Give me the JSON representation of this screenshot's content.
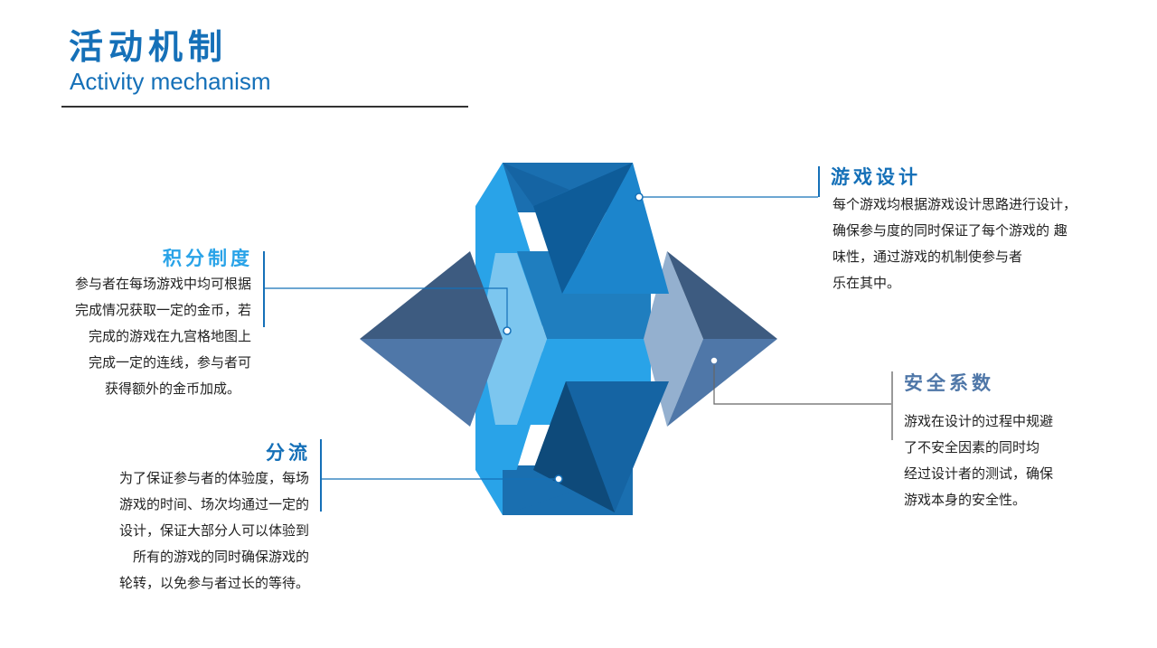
{
  "header": {
    "title_cn": "活动机制",
    "title_en": "Activity mechanism"
  },
  "colors": {
    "accent": "#1570b8",
    "sky": "#29a3e8",
    "light_sky": "#7cc6ef",
    "navy": "#0e4a7a",
    "slate": "#3d5b80",
    "steel": "#4f77a8",
    "pale": "#94b0cf"
  },
  "sections": {
    "game_design": {
      "heading": "游戏设计",
      "lines": [
        "每个游戏均根据游戏设计思路进行设计，",
        "确保参与度的同时保证了每个游戏的  趣",
        "味性，通过游戏的机制使参与者",
        "乐在其中。"
      ]
    },
    "points_system": {
      "heading": "积分制度",
      "lines": [
        "参与者在每场游戏中均可根据",
        "完成情况获取一定的金币，若",
        "完成的游戏在九宫格地图上",
        "完成一定的连线，参与者可",
        "获得额外的金币加成。"
      ]
    },
    "safety_factor": {
      "heading": "安全系数",
      "lines": [
        "游戏在设计的过程中规避",
        "了不安全因素的同时均",
        "经过设计者的测试，确保",
        "游戏本身的安全性。"
      ]
    },
    "diversion": {
      "heading": "分流",
      "lines": [
        "为了保证参与者的体验度，每场",
        "游戏的时间、场次均通过一定的",
        "设计，保证大部分人可以体验到",
        "所有的游戏的同时确保游戏的",
        "轮转，以免参与者过长的等待。"
      ]
    }
  }
}
